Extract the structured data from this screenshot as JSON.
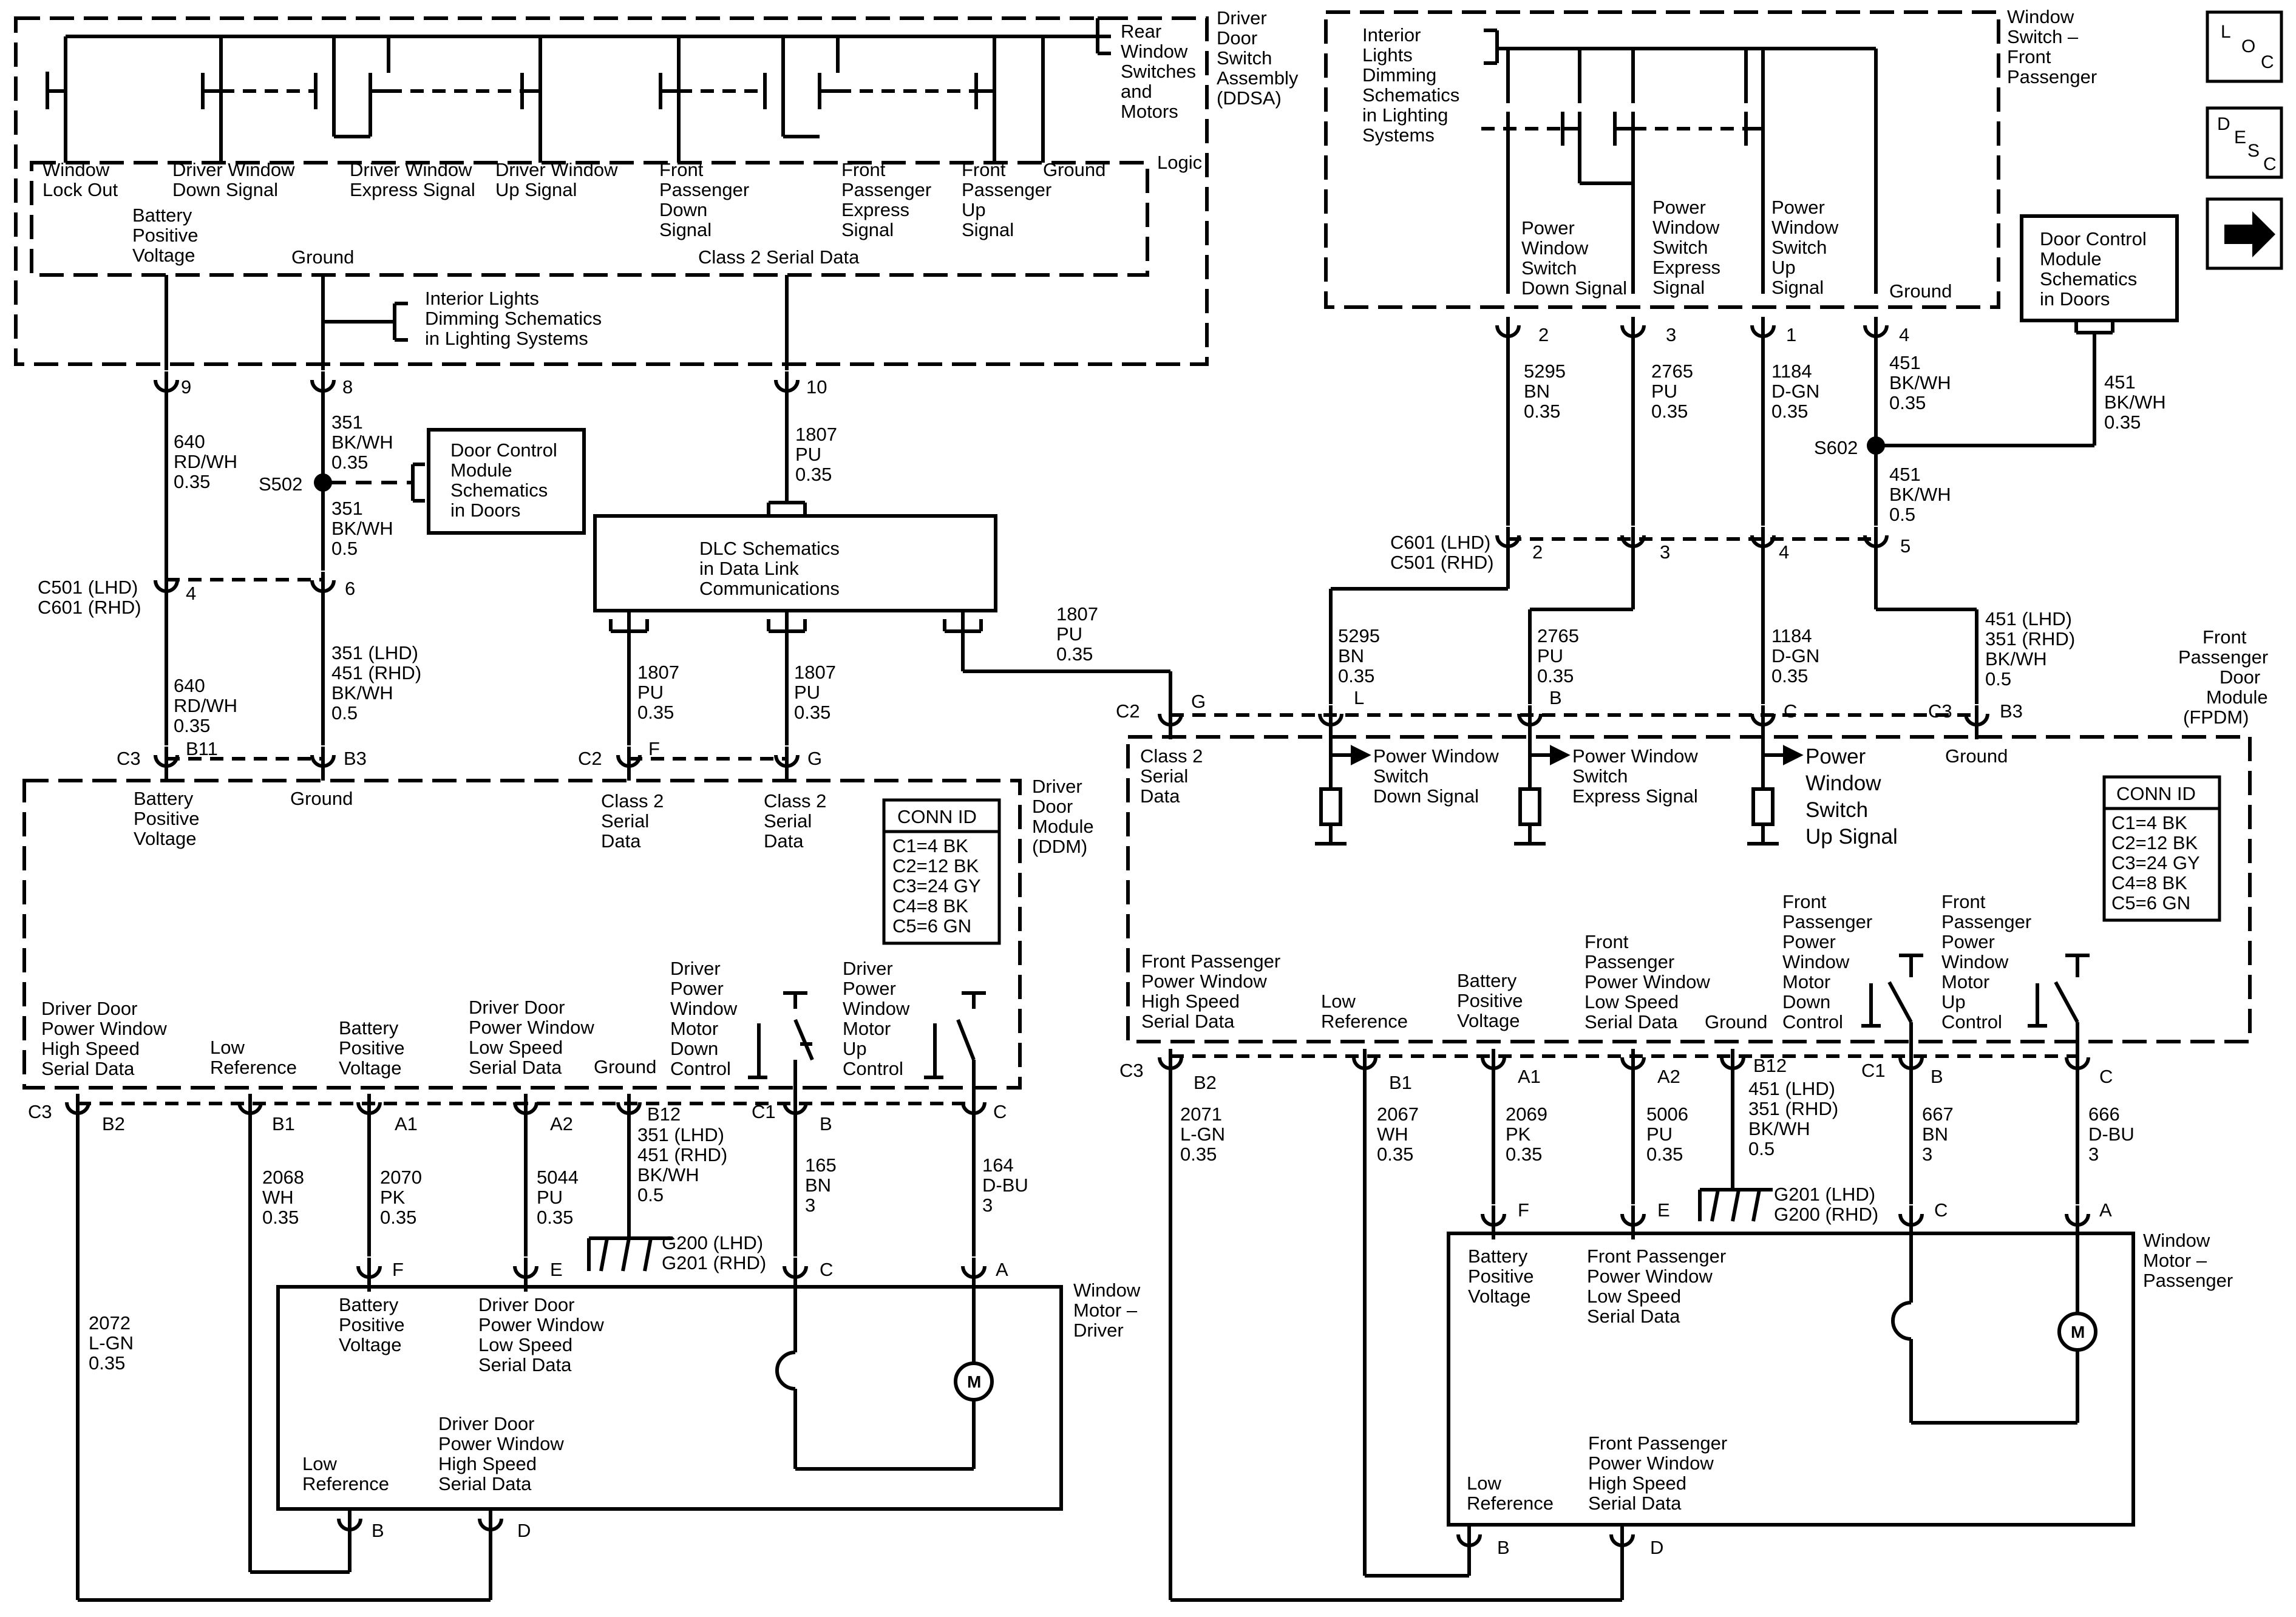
{
  "nav": {
    "loc": [
      "L",
      "O",
      "C"
    ],
    "desc": [
      "D",
      "E",
      "S",
      "C"
    ]
  },
  "left": {
    "ddsa": {
      "title": [
        "Driver",
        "Door",
        "Switch",
        "Assembly",
        "(DDSA)"
      ],
      "rear_switches": [
        "Rear",
        "Window",
        "Switches",
        "and",
        "Motors"
      ],
      "logic": "Logic",
      "sig_lockout": [
        "Window",
        "Lock Out"
      ],
      "sig_down": [
        "Driver Window",
        "Down Signal"
      ],
      "sig_express": [
        "Driver Window",
        "Express Signal"
      ],
      "sig_up": [
        "Driver Window",
        "Up Signal"
      ],
      "sig_fp_down": [
        "Front",
        "Passenger",
        "Down",
        "Signal"
      ],
      "sig_fp_express": [
        "Front",
        "Passenger",
        "Express",
        "Signal"
      ],
      "sig_fp_up": [
        "Front",
        "Passenger",
        "Up",
        "Signal"
      ],
      "sig_ground": "Ground",
      "bat": [
        "Battery",
        "Positive",
        "Voltage"
      ],
      "gnd": "Ground",
      "class2": "Class 2 Serial Data"
    },
    "interior_lights": [
      "Interior Lights",
      "Dimming Schematics",
      "in Lighting Systems"
    ],
    "pins": {
      "p9": "9",
      "p8": "8",
      "p10": "10"
    },
    "w640": [
      "640",
      "RD/WH",
      "0.35"
    ],
    "w351a": [
      "351",
      "BK/WH",
      "0.35"
    ],
    "s502": "S502",
    "w351b": [
      "351",
      "BK/WH",
      "0.5"
    ],
    "dcm": [
      "Door Control",
      "Module",
      "Schematics",
      "in Doors"
    ],
    "w1807a": [
      "1807",
      "PU",
      "0.35"
    ],
    "dlc": [
      "DLC Schematics",
      "in Data Link",
      "Communications"
    ],
    "w1807r": [
      "1807",
      "PU",
      "0.35"
    ],
    "c501": [
      "C501 (LHD)",
      "C601 (RHD)"
    ],
    "p4": "4",
    "p6": "6",
    "w640b": [
      "640",
      "RD/WH",
      "0.35"
    ],
    "w351c": [
      "351 (LHD)",
      "451 (RHD)",
      "BK/WH",
      "0.5"
    ],
    "w1807b": [
      "1807",
      "PU",
      "0.35"
    ],
    "w1807c": [
      "1807",
      "PU",
      "0.35"
    ],
    "c3": "C3",
    "b11": "B11",
    "b3": "B3",
    "c2": "C2",
    "f": "F",
    "g": "G",
    "ddm": {
      "title": [
        "Driver",
        "Door",
        "Module",
        "(DDM)"
      ],
      "bat": [
        "Battery",
        "Positive",
        "Voltage"
      ],
      "gnd": "Ground",
      "cls2a": [
        "Class 2",
        "Serial",
        "Data"
      ],
      "cls2b": [
        "Class 2",
        "Serial",
        "Data"
      ],
      "conn_title": "CONN ID",
      "conn": [
        "C1=4 BK",
        "C2=12 BK",
        "C3=24 GY",
        "C4=8 BK",
        "C5=6 GN"
      ],
      "hs": [
        "Driver Door",
        "Power Window",
        "High Speed",
        "Serial Data"
      ],
      "lowref": [
        "Low",
        "Reference"
      ],
      "bat2": [
        "Battery",
        "Positive",
        "Voltage"
      ],
      "ls": [
        "Driver Door",
        "Power Window",
        "Low Speed",
        "Serial Data"
      ],
      "gnd2": "Ground",
      "mdown": [
        "Driver",
        "Power",
        "Window",
        "Motor",
        "Down",
        "Control"
      ],
      "mup": [
        "Driver",
        "Power",
        "Window",
        "Motor",
        "Up",
        "Control"
      ]
    },
    "pins_bottom": {
      "c3": "C3",
      "b2": "B2",
      "b1": "B1",
      "a1": "A1",
      "a2": "A2",
      "b12": "B12",
      "c1": "C1",
      "b": "B",
      "c": "C"
    },
    "w2072": [
      "2072",
      "L-GN",
      "0.35"
    ],
    "w2068": [
      "2068",
      "WH",
      "0.35"
    ],
    "w2070": [
      "2070",
      "PK",
      "0.35"
    ],
    "w5044": [
      "5044",
      "PU",
      "0.35"
    ],
    "wgnd": [
      "351 (LHD)",
      "451 (RHD)",
      "BK/WH",
      "0.5"
    ],
    "g200": [
      "G200 (LHD)",
      "G201 (RHD)"
    ],
    "w165": [
      "165",
      "BN",
      "3"
    ],
    "w164": [
      "164",
      "D-BU",
      "3"
    ],
    "motor": {
      "title": [
        "Window",
        "Motor –",
        "Driver"
      ],
      "bat": [
        "Battery",
        "Positive",
        "Voltage"
      ],
      "ls": [
        "Driver Door",
        "Power Window",
        "Low Speed",
        "Serial Data"
      ],
      "hs": [
        "Driver Door",
        "Power Window",
        "High Speed",
        "Serial Data"
      ],
      "lowref": [
        "Low",
        "Reference"
      ],
      "pins": {
        "f": "F",
        "e": "E",
        "c": "C",
        "a": "A",
        "b": "B",
        "d": "D"
      }
    }
  },
  "right": {
    "wsfp": {
      "title": [
        "Window",
        "Switch –",
        "Front",
        "Passenger"
      ],
      "interior": [
        "Interior",
        "Lights",
        "Dimming",
        "Schematics",
        "in Lighting",
        "Systems"
      ],
      "down": [
        "Power",
        "Window",
        "Switch",
        "Down Signal"
      ],
      "express": [
        "Power",
        "Window",
        "Switch",
        "Express",
        "Signal"
      ],
      "up": [
        "Power",
        "Window",
        "Switch",
        "Up",
        "Signal"
      ],
      "gnd": "Ground",
      "pins": {
        "p2": "2",
        "p3": "3",
        "p1": "1",
        "p4": "4"
      }
    },
    "dcm": [
      "Door Control",
      "Module",
      "Schematics",
      "in Doors"
    ],
    "w5295": [
      "5295",
      "BN",
      "0.35"
    ],
    "w2765": [
      "2765",
      "PU",
      "0.35"
    ],
    "w1184": [
      "1184",
      "D-GN",
      "0.35"
    ],
    "w451a": [
      "451",
      "BK/WH",
      "0.35"
    ],
    "w451r": [
      "451",
      "BK/WH",
      "0.35"
    ],
    "s602": "S602",
    "w451b": [
      "451",
      "BK/WH",
      "0.5"
    ],
    "c601": [
      "C601 (LHD)",
      "C501 (RHD)"
    ],
    "pins_mid": {
      "p2": "2",
      "p3": "3",
      "p4": "4",
      "p5": "5"
    },
    "w5295b": [
      "5295",
      "BN",
      "0.35"
    ],
    "w2765b": [
      "2765",
      "PU",
      "0.35"
    ],
    "w1184b": [
      "1184",
      "D-GN",
      "0.35"
    ],
    "w451c": [
      "451 (LHD)",
      "351 (RHD)",
      "BK/WH",
      "0.5"
    ],
    "fpdm": {
      "title": [
        "Front",
        "Passenger",
        "Door",
        "Module",
        "(FPDM)"
      ],
      "c2": "C2",
      "g": "G",
      "l": "L",
      "b": "B",
      "c": "C",
      "c3": "C3",
      "b3": "B3",
      "cls2": [
        "Class 2",
        "Serial",
        "Data"
      ],
      "pwdown": [
        "Power Window",
        "Switch",
        "Down Signal"
      ],
      "pwexp": [
        "Power Window",
        "Switch",
        "Express Signal"
      ],
      "pwup": [
        "Power",
        "Window",
        "Switch",
        "Up Signal"
      ],
      "gnd": "Ground",
      "conn_title": "CONN ID",
      "conn": [
        "C1=4 BK",
        "C2=12 BK",
        "C3=24 GY",
        "C4=8 BK",
        "C5=6 GN"
      ],
      "hs": [
        "Front Passenger",
        "Power Window",
        "High Speed",
        "Serial Data"
      ],
      "lowref": [
        "Low",
        "Reference"
      ],
      "bat": [
        "Battery",
        "Positive",
        "Voltage"
      ],
      "ls": [
        "Front",
        "Passenger",
        "Power Window",
        "Low Speed",
        "Serial Data"
      ],
      "gnd2": "Ground",
      "mdown": [
        "Front",
        "Passenger",
        "Power",
        "Window",
        "Motor",
        "Down",
        "Control"
      ],
      "mup": [
        "Front",
        "Passenger",
        "Power",
        "Window",
        "Motor",
        "Up",
        "Control"
      ]
    },
    "pins_bottom": {
      "c3": "C3",
      "b2": "B2",
      "b1": "B1",
      "a1": "A1",
      "a2": "A2",
      "b12": "B12",
      "c1": "C1",
      "b": "B",
      "c": "C"
    },
    "w2071": [
      "2071",
      "L-GN",
      "0.35"
    ],
    "w2067": [
      "2067",
      "WH",
      "0.35"
    ],
    "w2069": [
      "2069",
      "PK",
      "0.35"
    ],
    "w5006": [
      "5006",
      "PU",
      "0.35"
    ],
    "wgnd": [
      "451 (LHD)",
      "351 (RHD)",
      "BK/WH",
      "0.5"
    ],
    "g201": [
      "G201 (LHD)",
      "G200 (RHD)"
    ],
    "w667": [
      "667",
      "BN",
      "3"
    ],
    "w666": [
      "666",
      "D-BU",
      "3"
    ],
    "motor": {
      "title": [
        "Window",
        "Motor –",
        "Passenger"
      ],
      "bat": [
        "Battery",
        "Positive",
        "Voltage"
      ],
      "ls": [
        "Front Passenger",
        "Power Window",
        "Low Speed",
        "Serial Data"
      ],
      "hs": [
        "Front Passenger",
        "Power Window",
        "High Speed",
        "Serial Data"
      ],
      "lowref": [
        "Low",
        "Reference"
      ],
      "pins": {
        "f": "F",
        "e": "E",
        "c": "C",
        "a": "A",
        "b": "B",
        "d": "D"
      }
    }
  }
}
